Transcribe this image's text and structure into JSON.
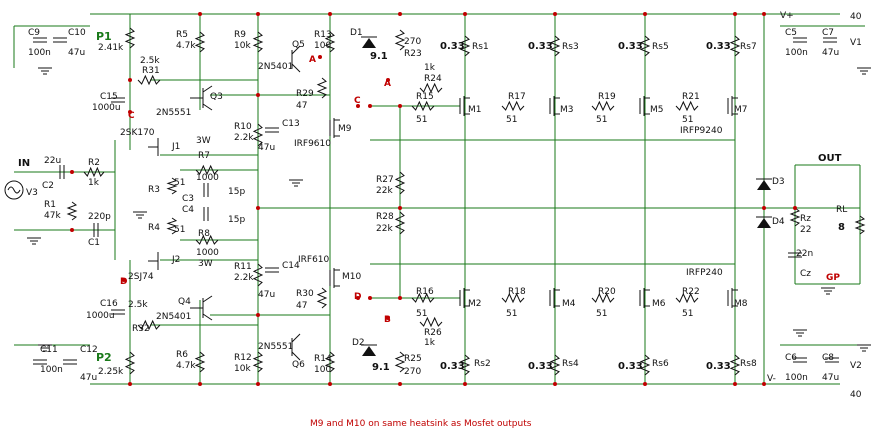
{
  "note": "M9 and M10 on same heatsink as Mosfet outputs",
  "rails": {
    "vplus": "V+",
    "vminus": "V-",
    "v1": "V1",
    "v2": "V2",
    "v1_val": "40",
    "v2_val": "40"
  },
  "io": {
    "in": "IN",
    "out": "OUT",
    "gp": "GP"
  },
  "nodes": {
    "a1": "A",
    "a2": "A",
    "b1": "B",
    "c1": "C",
    "c2": "C",
    "d1": "D",
    "d2": "D"
  },
  "caps": {
    "C9": "C9",
    "C9v": "100n",
    "C10": "C10",
    "C10v": "47u",
    "C11": "C11",
    "C11v": "100n",
    "C12": "C12",
    "C12v": "47u",
    "C5": "C5",
    "C5v": "100n",
    "C7": "C7",
    "C7v": "47u",
    "C6": "C6",
    "C6v": "100n",
    "C8": "C8",
    "C8v": "47u",
    "C15": "C15",
    "C15v": "1000u",
    "C16": "C16",
    "C16v": "1000u",
    "C13": "C13",
    "C14": "C14",
    "C13v": "47u",
    "C14v": "47u",
    "C1": "C1",
    "C1v": "220p",
    "C2": "C2",
    "C2v": "22u",
    "C3": "C3",
    "C3v": "15p",
    "C4": "C4",
    "C4v": "15p",
    "Cz": "Cz",
    "Czv": "22n"
  },
  "res": {
    "P1": "P1",
    "P1v": "2.41k",
    "P2": "P2",
    "P2v": "2.25k",
    "R31": "R31",
    "R31v": "2.5k",
    "R32": "R32",
    "R32v": "2.5k",
    "R5": "R5",
    "R5v": "4.7k",
    "R6": "R6",
    "R6v": "4.7k",
    "R9": "R9",
    "R9v": "10k",
    "R12": "R12",
    "R12v": "10k",
    "R10": "R10",
    "R10v": "2.2k",
    "R11": "R11",
    "R11v": "2.2k",
    "R13": "R13",
    "R13v": "100",
    "R14": "R14",
    "R14v": "100",
    "R29": "R29",
    "R29v": "47",
    "R30": "R30",
    "R30v": "47",
    "R23": "R23",
    "R23v": "270",
    "R25": "R25",
    "R25v": "270",
    "R24": "R24",
    "R24v": "1k",
    "R26": "R26",
    "R26v": "1k",
    "R15": "R15",
    "R15v": "51",
    "R16": "R16",
    "R16v": "51",
    "R17": "R17",
    "R17v": "51",
    "R18": "R18",
    "R18v": "51",
    "R19": "R19",
    "R19v": "51",
    "R20": "R20",
    "R20v": "51",
    "R21": "R21",
    "R21v": "51",
    "R22": "R22",
    "R22v": "51",
    "R27": "R27",
    "R27v": "22k",
    "R28": "R28",
    "R28v": "22k",
    "R2": "R2",
    "R2v": "1k",
    "R1": "R1",
    "R1v": "47k",
    "R3": "R3",
    "R3v": "51",
    "R4": "R4",
    "R4v": "51",
    "R7": "R7",
    "R7v": "1000",
    "R7w": "3W",
    "R8": "R8",
    "R8v": "1000",
    "R8w": "3W",
    "Rz": "Rz",
    "Rzv": "22",
    "RL": "RL",
    "RLv": "8",
    "Rs1": "Rs1",
    "Rs2": "Rs2",
    "Rs3": "Rs3",
    "Rs4": "Rs4",
    "Rs5": "Rs5",
    "Rs6": "Rs6",
    "Rs7": "Rs7",
    "Rs8": "Rs8",
    "Rsv": "0.33"
  },
  "semis": {
    "Q3": "Q3",
    "Q3t": "2N5551",
    "Q4": "Q4",
    "Q4t": "2N5401",
    "Q5": "Q5",
    "Q5t": "2N5401",
    "Q6": "Q6",
    "Q6t": "2N5551",
    "J1": "J1",
    "J1t": "2SK170",
    "J2": "J2",
    "J2t": "2SJ74",
    "M9": "M9",
    "M9t": "IRF9610",
    "M10": "M10",
    "M10t": "IRF610",
    "M1": "M1",
    "M2": "M2",
    "M3": "M3",
    "M4": "M4",
    "M5": "M5",
    "M6": "M6",
    "M7": "M7",
    "M8": "M8",
    "Mp": "IRFP9240",
    "Mn": "IRFP240",
    "D1": "D1",
    "D1v": "9.1",
    "D2": "D2",
    "D2v": "9.1",
    "D3": "D3",
    "D4": "D4",
    "V3": "V3"
  }
}
